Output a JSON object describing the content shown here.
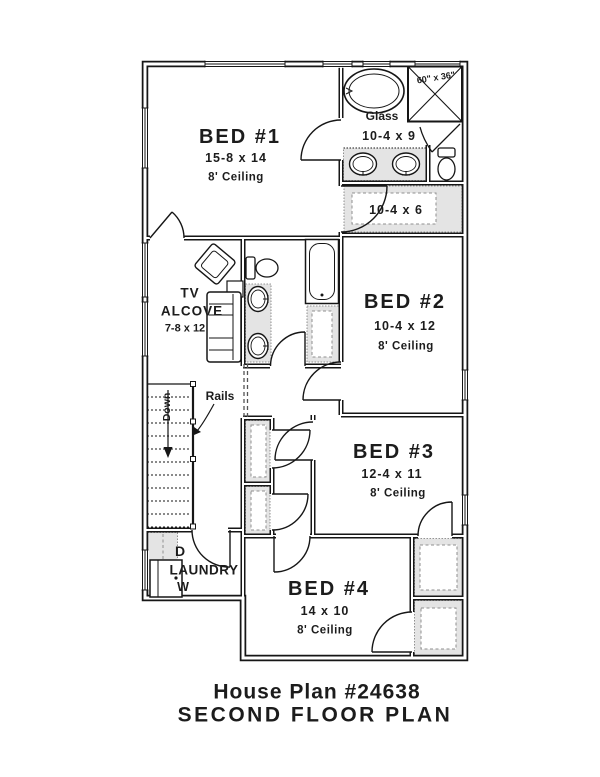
{
  "title": {
    "line1": "House Plan #24638",
    "line2": "SECOND FLOOR PLAN"
  },
  "rooms": {
    "bed1": {
      "name": "BED #1",
      "dims": "15-8 x 14",
      "ceiling": "8' Ceiling"
    },
    "bed2": {
      "name": "BED #2",
      "dims": "10-4 x 12",
      "ceiling": "8' Ceiling"
    },
    "bed3": {
      "name": "BED #3",
      "dims": "12-4 x 11",
      "ceiling": "8' Ceiling"
    },
    "bed4": {
      "name": "BED #4",
      "dims": "14 x 10",
      "ceiling": "8' Ceiling"
    },
    "tv_alcove": {
      "line1": "TV",
      "line2": "ALCOVE",
      "dims": "7-8 x 12"
    },
    "master_bath": {
      "glass_label": "Glass",
      "dims": "10-4 x 9",
      "shower_size": "60\" x 36\""
    },
    "hall_closet": {
      "dims": "10-4 x 6"
    },
    "laundry": {
      "name": "LAUNDRY",
      "dryer": "D",
      "washer": "W"
    },
    "stairs": {
      "down": "Down",
      "rails": "Rails"
    }
  },
  "colors": {
    "wall": "#161616",
    "closet_fill": "#e4e4e4",
    "dash": "#8f8f8f"
  }
}
